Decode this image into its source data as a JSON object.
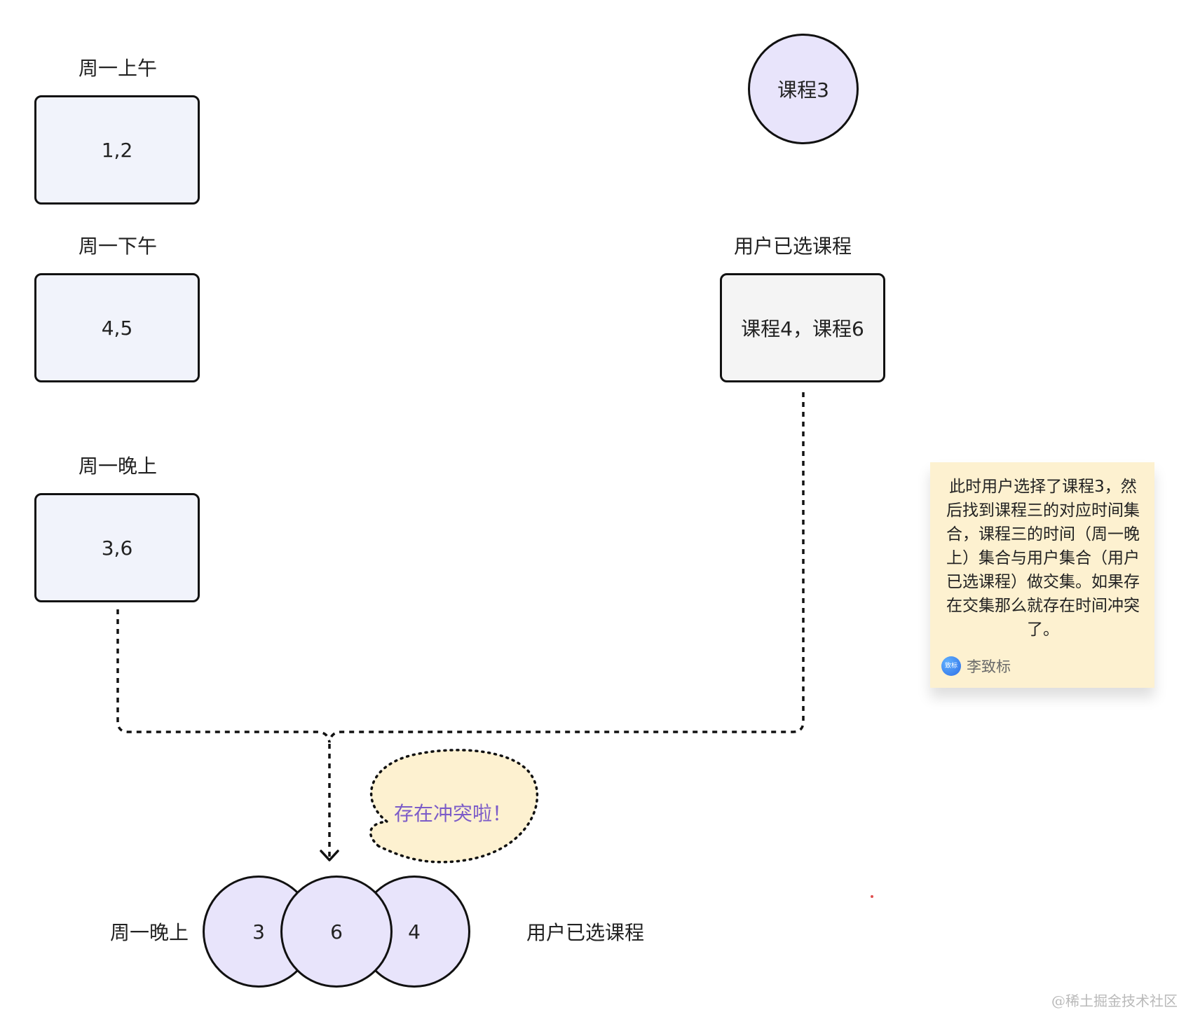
{
  "slots": [
    {
      "label": "周一上午",
      "value": "1,2"
    },
    {
      "label": "周一下午",
      "value": "4,5"
    },
    {
      "label": "周一晚上",
      "value": "3,6"
    }
  ],
  "selected_course": "课程3",
  "user_courses": {
    "label": "用户已选课程",
    "value": "课程4，课程6"
  },
  "note": {
    "text": "此时用户选择了课程3，然后找到课程三的对应时间集合，课程三的时间（周一晚上）集合与用户集合（用户已选课程）做交集。如果存在交集那么就存在时间冲突了。",
    "author": "李致标",
    "avatar_text": "致标"
  },
  "bubble": "存在冲突啦！",
  "venn": {
    "left_label": "周一晚上",
    "right_label": "用户已选课程",
    "left_value": "3",
    "middle_value": "6",
    "right_value": "4"
  },
  "watermark": "@稀土掘金技术社区",
  "colors": {
    "slot_fill": "#f1f3fb",
    "user_fill": "#f4f4f4",
    "circle_fill": "#e8e4fb",
    "note_fill": "#fdf1d0",
    "bubble_fill": "#fdf1d0",
    "bubble_text": "#7c5cc8"
  }
}
